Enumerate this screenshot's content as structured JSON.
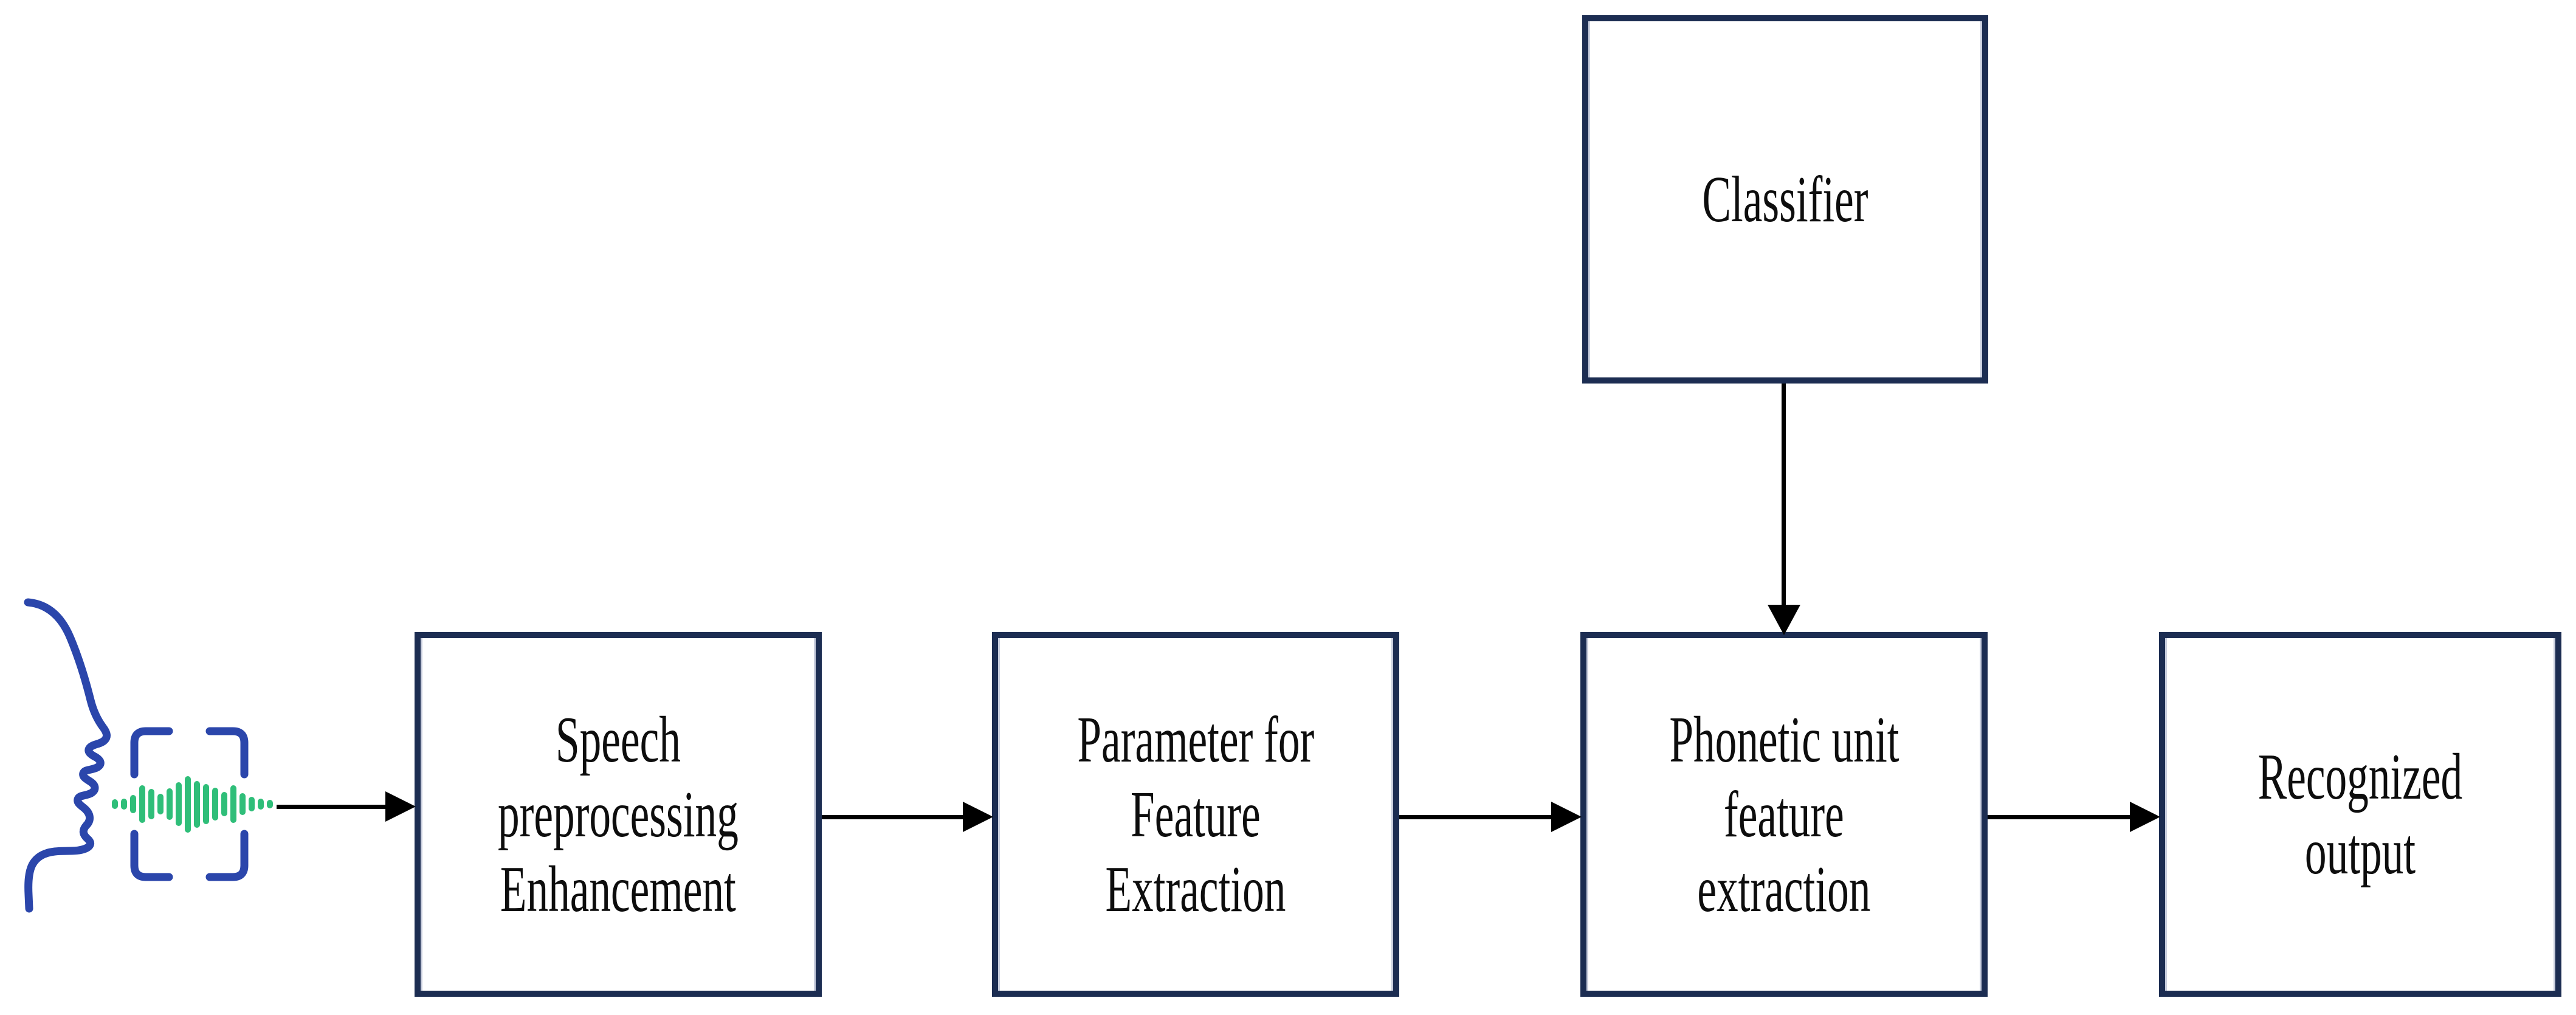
{
  "figure": {
    "icon": {
      "name": "speaking-face-waveform-icon"
    },
    "boxes": {
      "classifier": {
        "lines": [
          "Classifier"
        ]
      },
      "speech": {
        "lines": [
          "Speech",
          "preprocessing",
          "Enhancement"
        ]
      },
      "parameter": {
        "lines": [
          "Parameter for",
          "Feature",
          "Extraction"
        ]
      },
      "phonetic": {
        "lines": [
          "Phonetic unit",
          "feature",
          "extraction"
        ]
      },
      "recognized": {
        "lines": [
          "Recognized",
          "output"
        ]
      }
    },
    "colors": {
      "box_border": "#1c2d52",
      "text": "#0d0d0d",
      "arrow": "#000000",
      "face_blue": "#2b46ab",
      "wave_green": "#2fbe79",
      "bg": "#ffffff"
    }
  }
}
